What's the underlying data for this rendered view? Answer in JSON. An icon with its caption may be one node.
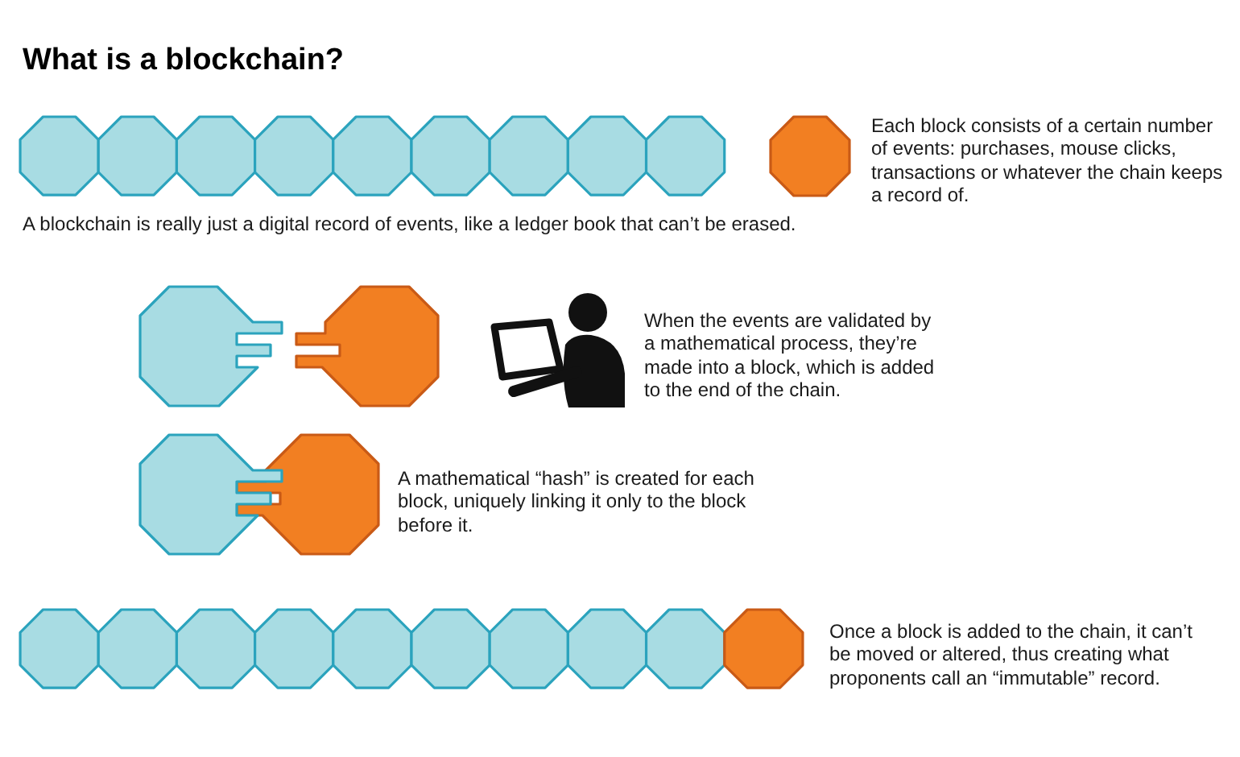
{
  "diagram": {
    "title": "What is a blockchain?",
    "labels": [
      "Each block consists of a certain number of events: purchases, mouse clicks, transactions or whatever the chain keeps a record of.",
      "A blockchain is really just a digital record of events, like a ledger book that can’t be erased.",
      "When the events are validated by a mathematical process, they’re made into a block, which is added to the end of the chain.",
      "A mathematical “hash” is created for each block, uniquely linking it only to the block before it.",
      "Once a block is added to the chain, it can’t be moved or altered, thus creating what proponents call an “immutable” record."
    ]
  }
}
